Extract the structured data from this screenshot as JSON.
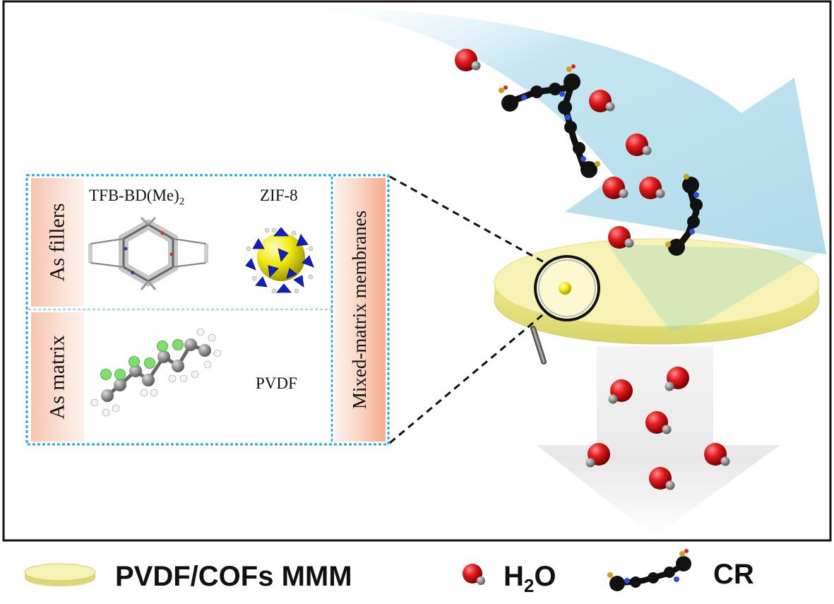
{
  "inset": {
    "side_fillers": "As fillers",
    "side_matrix": "As matrix",
    "side_membranes": "Mixed-matrix membranes",
    "cof_label": "TFB-BD(Me)",
    "cof_subscript": "2",
    "zif_label": "ZIF-8",
    "pvdf_label": "PVDF"
  },
  "legend": {
    "membrane_label": "PVDF/COFs MMM",
    "water_label_main": "H",
    "water_label_sub": "2",
    "water_label_end": "O",
    "dye_label": "CR"
  },
  "colors": {
    "membrane": "#f4f1b0",
    "water_red": "#d81818",
    "water_gray": "#777777",
    "inset_border": "#2aa6e0",
    "side_panel": "#f6b8a0",
    "flow_arrow": "#a9d8ea",
    "output_arrow": "#e7e7e7",
    "zif_blue": "#1020c8",
    "zif_yellow": "#f3ee1a",
    "fluorine_green": "#7ee06a"
  }
}
